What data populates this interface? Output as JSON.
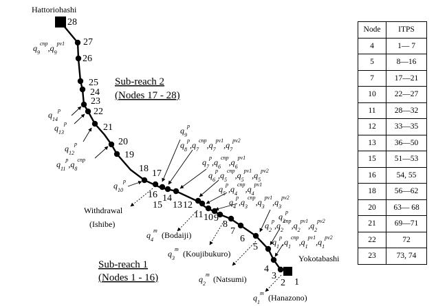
{
  "stations": {
    "top": "Hattoriohashi",
    "bottom": "Yokotabashi"
  },
  "sub_reach_2": {
    "title": "Sub-reach 2",
    "nodes": "(Nodes 17 - 28)"
  },
  "sub_reach_1": {
    "title": "Sub-reach 1",
    "nodes": "(Nodes 1 - 16)"
  },
  "withdrawal": {
    "line1": "Withdrawal",
    "line2": "(Ishibe)"
  },
  "monitoring": [
    {
      "label": "(Bodaiji)"
    },
    {
      "label": "(Koujibukuro)"
    },
    {
      "label": "(Natsumi)"
    },
    {
      "label": "(Hanazono)"
    }
  ],
  "node_numbers": [
    "1",
    "2",
    "3",
    "4",
    "5",
    "6",
    "7",
    "8",
    "9",
    "10",
    "11",
    "12",
    "13",
    "14",
    "15",
    "16",
    "17",
    "18",
    "19",
    "20",
    "21",
    "22",
    "23",
    "24",
    "25",
    "26",
    "27",
    "28"
  ],
  "table": {
    "headers": [
      "Node",
      "ITPS"
    ],
    "rows": [
      [
        "4",
        "1— 7"
      ],
      [
        "5",
        "8—16"
      ],
      [
        "7",
        "17—21"
      ],
      [
        "10",
        "22—27"
      ],
      [
        "11",
        "28—32"
      ],
      [
        "12",
        "33—35"
      ],
      [
        "13",
        "36—50"
      ],
      [
        "15",
        "51—53"
      ],
      [
        "16",
        "54, 55"
      ],
      [
        "18",
        "56—62"
      ],
      [
        "20",
        "63— 68"
      ],
      [
        "21",
        "69—71"
      ],
      [
        "22",
        "72"
      ],
      [
        "23",
        "73, 74"
      ]
    ]
  }
}
